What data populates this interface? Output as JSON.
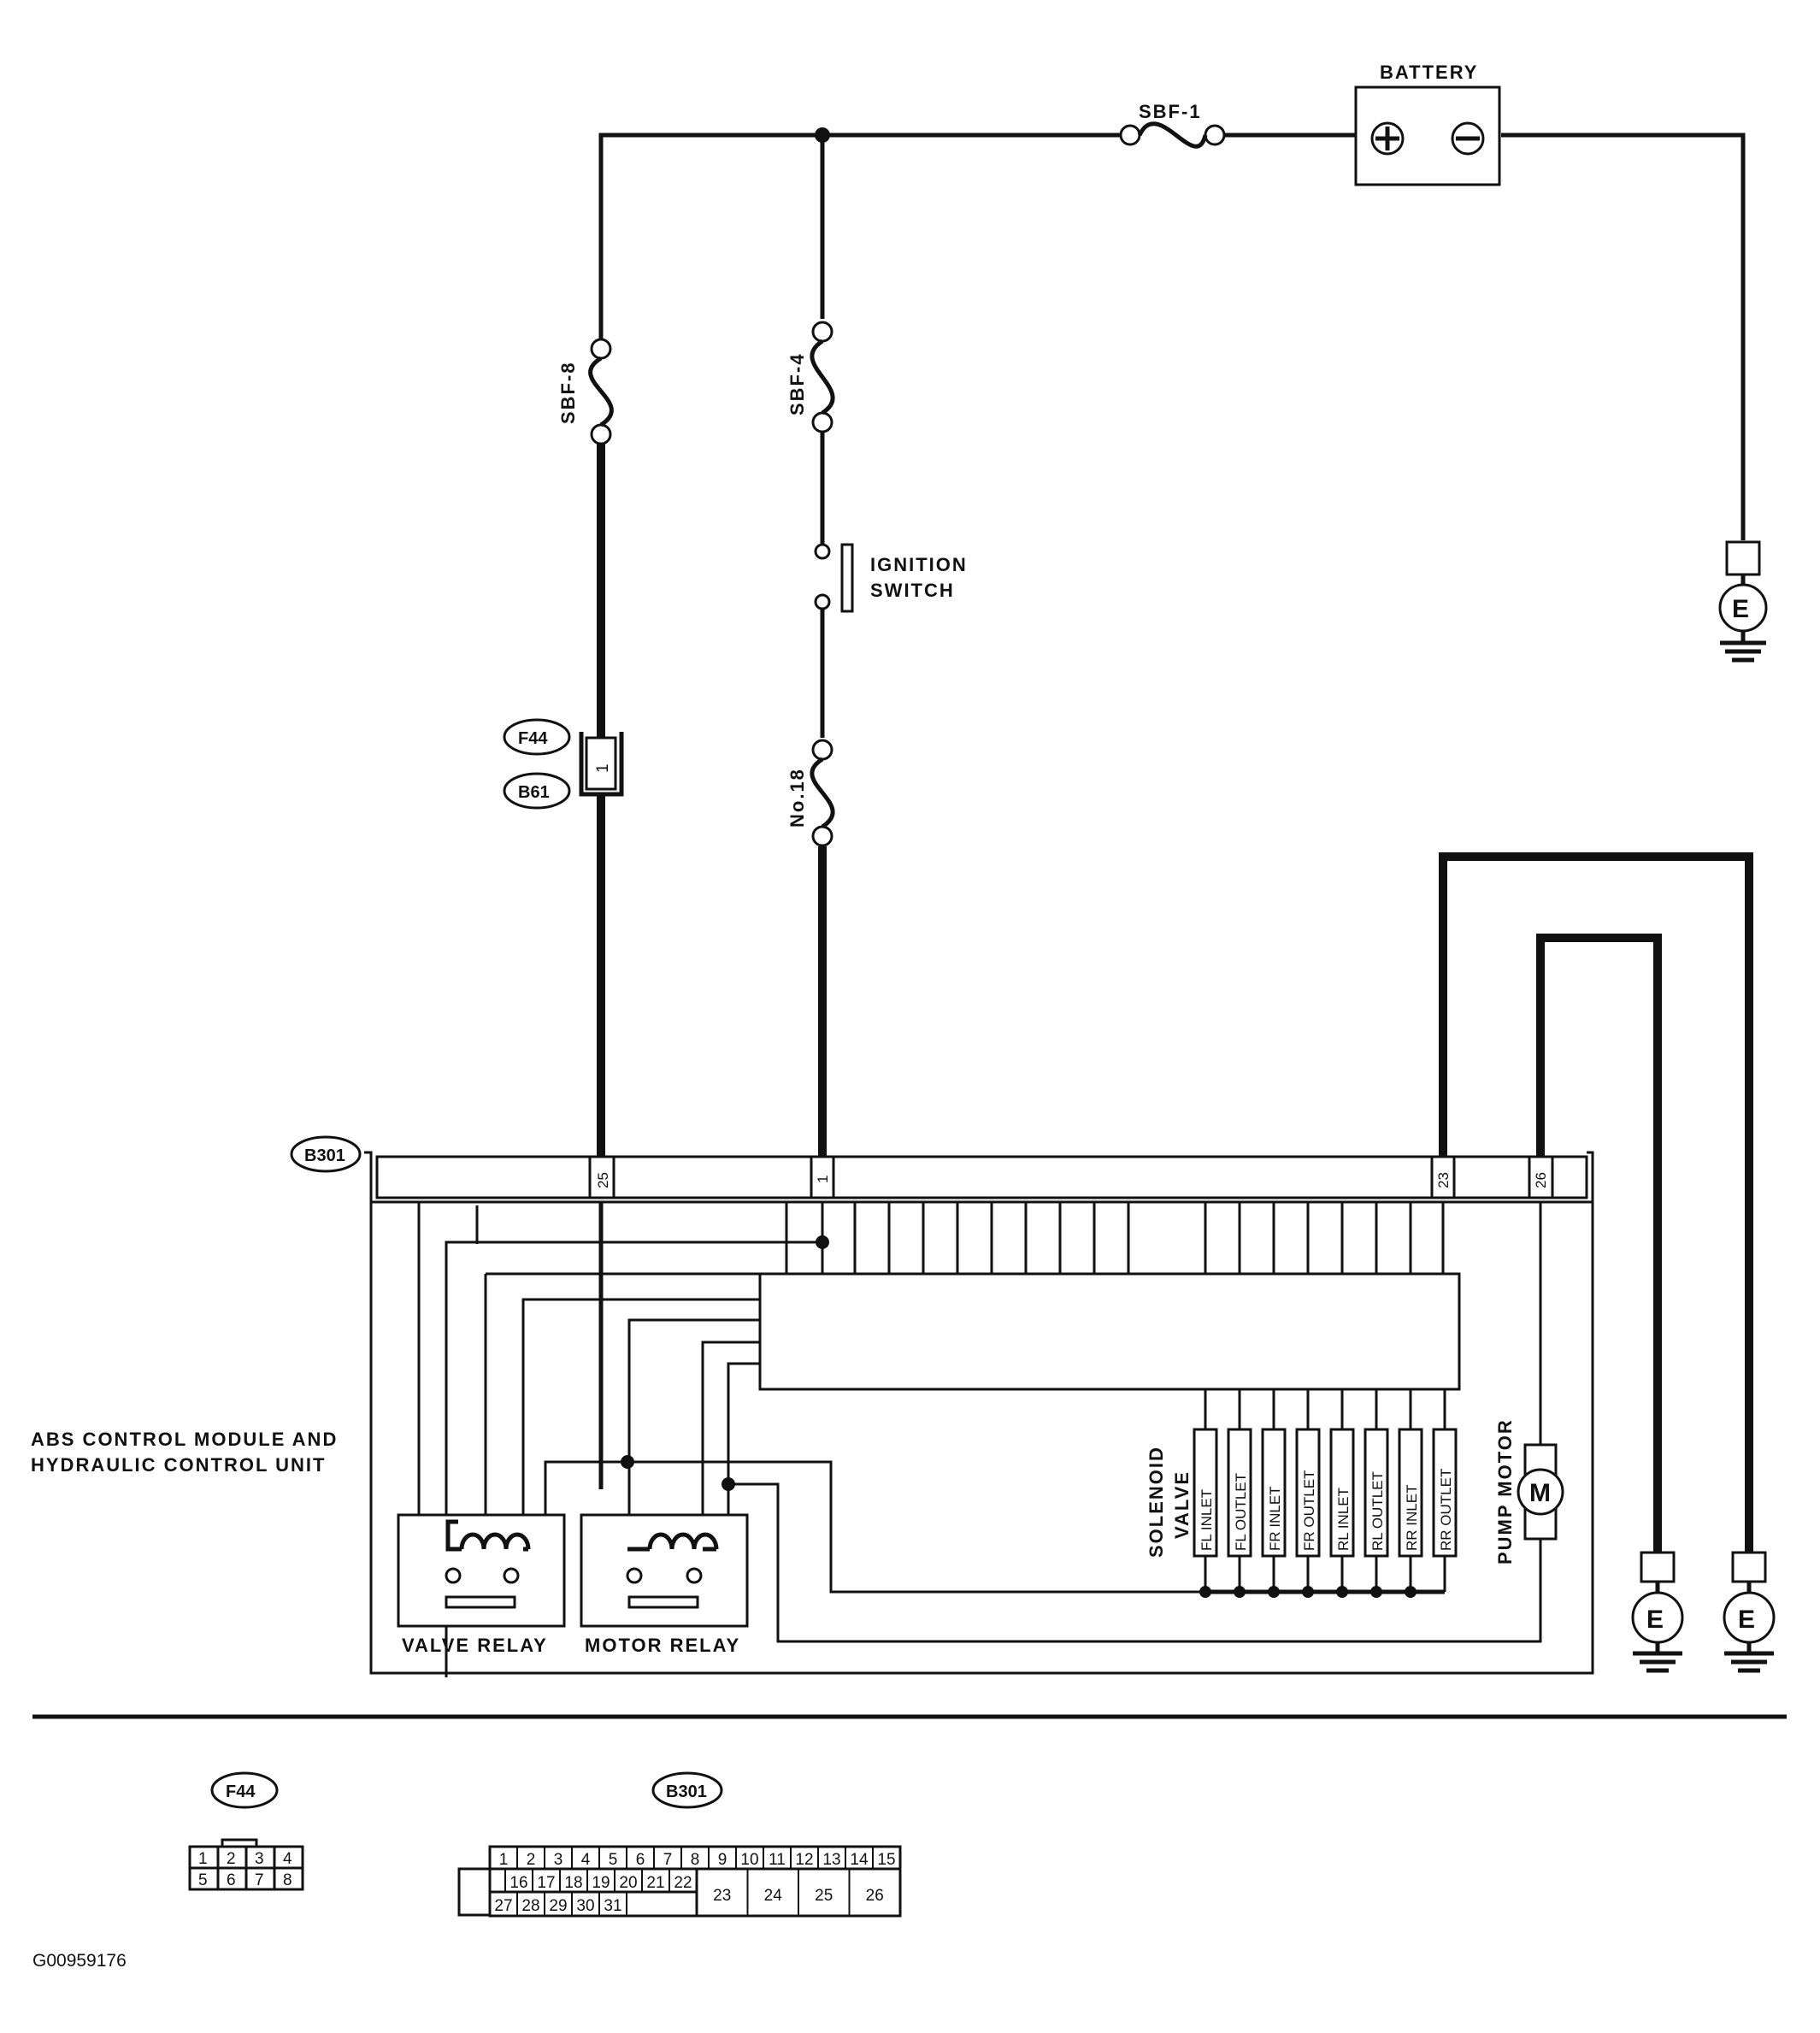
{
  "labels": {
    "battery": "BATTERY",
    "sbf1": "SBF-1",
    "sbf8": "SBF-8",
    "sbf4": "SBF-4",
    "ignition1": "IGNITION",
    "ignition2": "SWITCH",
    "no18": "No.18",
    "f44": "F44",
    "b61": "B61",
    "b301": "B301",
    "abs1": "ABS CONTROL MODULE AND",
    "abs2": "HYDRAULIC CONTROL UNIT",
    "valve_relay": "VALVE RELAY",
    "motor_relay": "MOTOR RELAY",
    "solenoid1": "SOLENOID",
    "solenoid2": "VALVE",
    "pump_motor": "PUMP MOTOR",
    "motor_symbol": "M",
    "ground": "E",
    "plus": "+",
    "minus": "−",
    "figure_id": "G00959176"
  },
  "pins": {
    "f44_b61": "1",
    "b301_25": "25",
    "b301_1": "1",
    "b301_23": "23",
    "b301_26": "26"
  },
  "solenoids": [
    "FL INLET",
    "FL OUTLET",
    "FR INLET",
    "FR OUTLET",
    "RL INLET",
    "RL OUTLET",
    "RR INLET",
    "RR OUTLET"
  ],
  "f44_connector": {
    "row1": [
      "1",
      "2",
      "3",
      "4"
    ],
    "row2": [
      "5",
      "6",
      "7",
      "8"
    ]
  },
  "b301_connector": {
    "row1": [
      "1",
      "2",
      "3",
      "4",
      "5",
      "6",
      "7",
      "8",
      "9",
      "10",
      "11",
      "12",
      "13",
      "14",
      "15"
    ],
    "row2": [
      "16",
      "17",
      "18",
      "19",
      "20",
      "21",
      "22"
    ],
    "row3": [
      "27",
      "28",
      "29",
      "30",
      "31"
    ],
    "large": [
      "23",
      "24",
      "25",
      "26"
    ]
  }
}
